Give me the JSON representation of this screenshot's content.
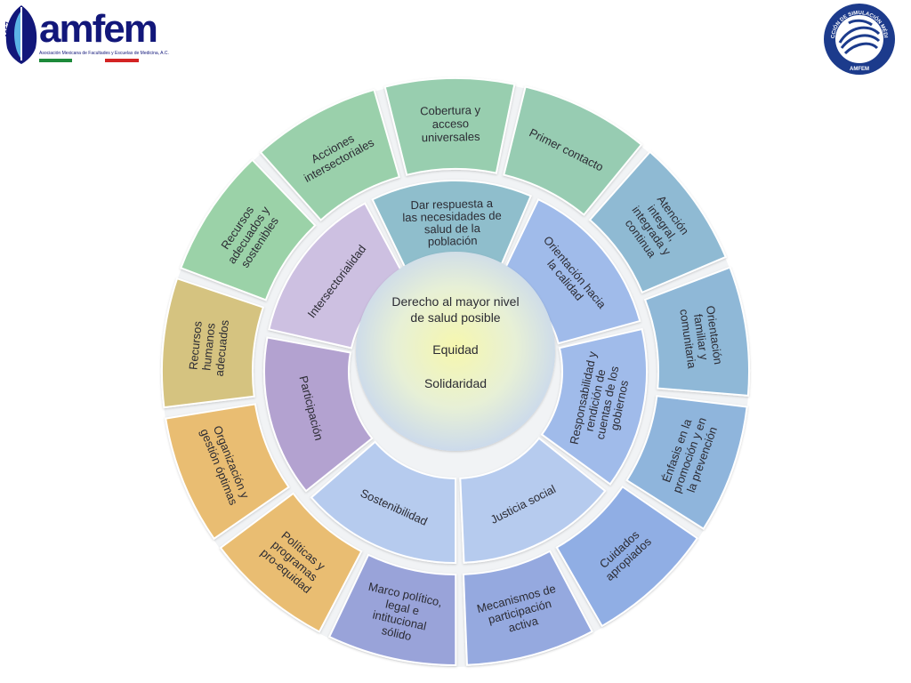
{
  "logos": {
    "left": {
      "brand": "amfem",
      "year": "1957",
      "tagline": "Asociación Mexicana de Facultades y Escuelas de Medicina, A.C."
    },
    "right": {
      "ring_text": "SECCIÓN DE SIMULACIÓN MÉDICA",
      "bottom_text": "AMFEM"
    }
  },
  "colors": {
    "green": "#9cd3a6",
    "teal": "#8fc2c5",
    "blue": "#8fb0e6",
    "orange": "#e9bd72",
    "purple": "#a693c8",
    "navy": "#1c3b8c"
  },
  "diagram": {
    "center": {
      "lines": [
        "Derecho al mayor nivel",
        "de salud posible",
        "Equidad",
        "Solidaridad"
      ]
    },
    "inner_ring": [
      {
        "label": "Dar respuesta a las necesidades de salud de la población"
      },
      {
        "label": "Orientación hacia la calidad"
      },
      {
        "label": "Responsabilidad y rendición de cuentas de los gobiernos"
      },
      {
        "label": "Justicia social"
      },
      {
        "label": "Sostenibilidad"
      },
      {
        "label": "Participación"
      },
      {
        "label": "Intersectorialidad"
      }
    ],
    "outer_ring": [
      {
        "label": "Cobertura y acceso universales"
      },
      {
        "label": "Primer contacto"
      },
      {
        "label": "Atención integral, integrada y continua"
      },
      {
        "label": "Orientación familiar y comunitaria"
      },
      {
        "label": "Énfasis en la promoción y en la prevención"
      },
      {
        "label": "Cuidados apropiados"
      },
      {
        "label": "Mecanismos de participación activa"
      },
      {
        "label": "Marco político, legal e intitucional sólido"
      },
      {
        "label": "Políticas y programas pro-equidad"
      },
      {
        "label": "Organización y gestión óptimas"
      },
      {
        "label": "Recursos humanos adecuados"
      },
      {
        "label": "Recursos adecuados y sostenibles"
      },
      {
        "label": "Acciones intersectoriales"
      }
    ]
  }
}
